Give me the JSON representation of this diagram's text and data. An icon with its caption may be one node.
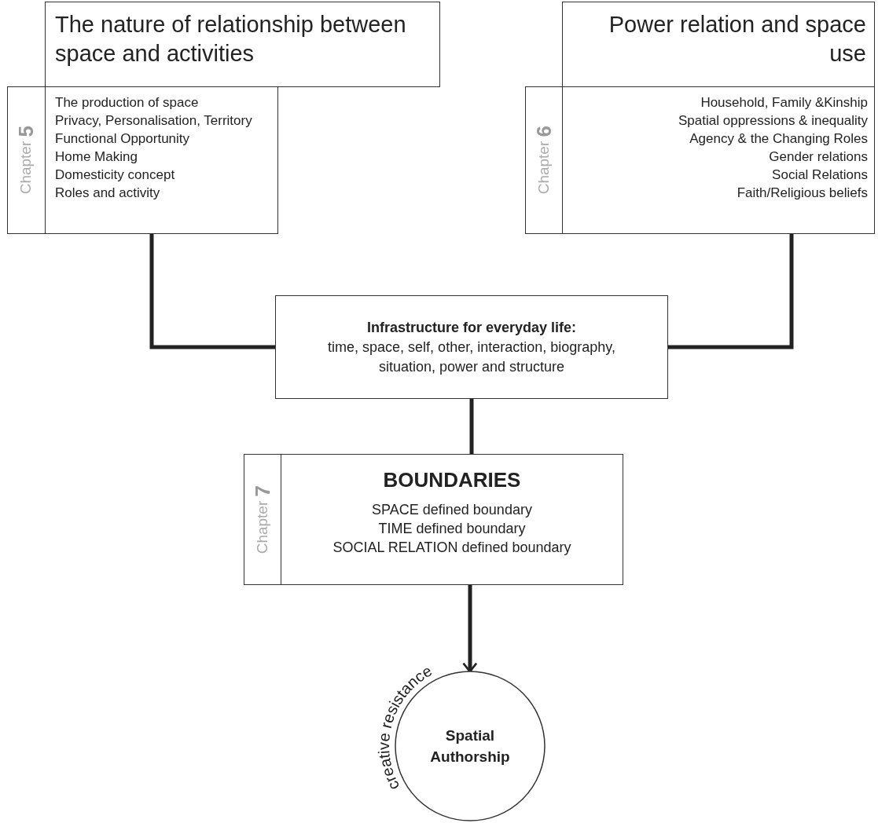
{
  "diagram": {
    "nodes": [
      {
        "text": [
          "The nature of relationship between space and activities",
          "Chapter **5**",
          "The production of space",
          "Privacy, Personalisation, Territory",
          "Functional Opportunity",
          "Home Making",
          "Domesticity concept",
          "Roles and activity"
        ]
      },
      {
        "text": [
          "Power relation and space use",
          "Chapter **6**",
          "Household, Family &Kinship",
          "Spatial oppressions & inequality",
          "Agency & the Changing Roles",
          "Gender relations",
          "Social Relations",
          "Faith/Religious beliefs"
        ]
      },
      {
        "text": [
          "Infrastructure for everyday life:",
          "time, space, self, other, interaction, biography, situation, power and structure"
        ]
      },
      {
        "text": [
          "Chapter **7**",
          "BOUNDARIES",
          "SPACE defined boundary",
          "TIME defined boundary",
          "SOCIAL RELATION defined boundary"
        ]
      },
      {
        "text": [
          "creative resistance",
          "Spatial Authorship"
        ]
      }
    ],
    "edges": [
      {
        "from": 0,
        "to": 2,
        "arrow": "none"
      },
      {
        "from": 1,
        "to": 2,
        "arrow": "none"
      },
      {
        "from": 2,
        "to": 3,
        "arrow": "none"
      },
      {
        "from": 3,
        "to": 4,
        "arrow": "to"
      }
    ]
  }
}
